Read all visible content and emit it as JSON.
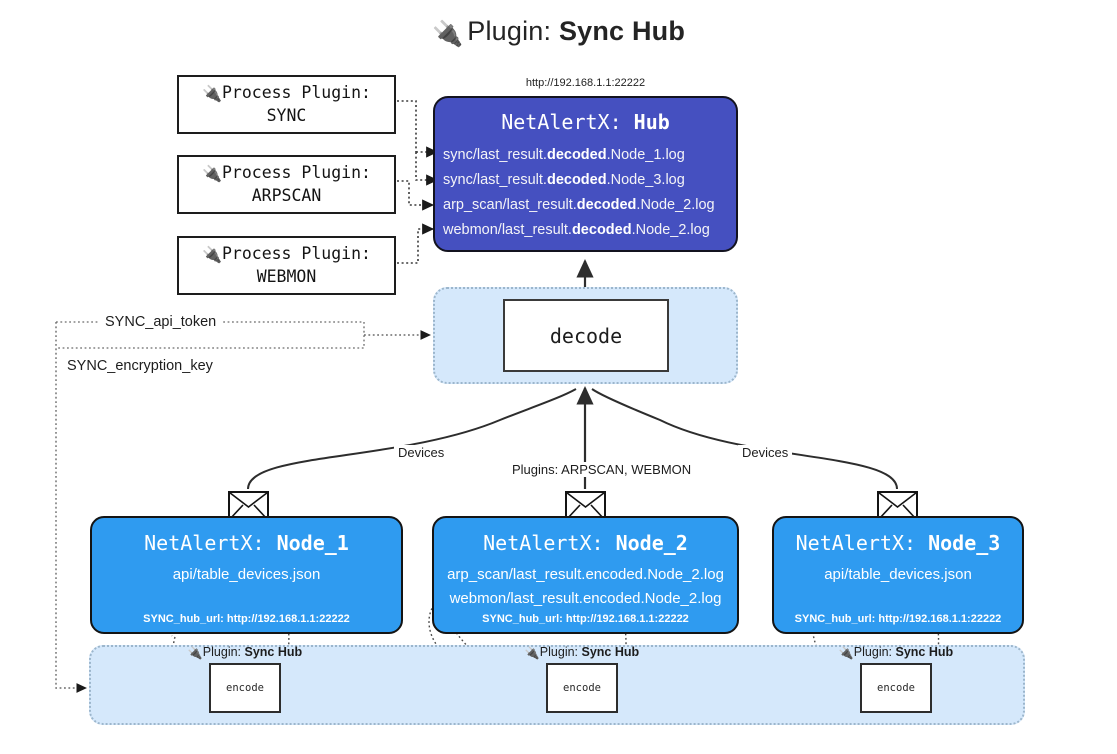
{
  "header": {
    "plug_icon": "plug-icon",
    "prefix": "Plugin: ",
    "name": "Sync Hub"
  },
  "process_plugins": [
    {
      "line1": "Process Plugin:",
      "line2": "SYNC",
      "icon": "plug-icon"
    },
    {
      "line1": "Process Plugin:",
      "line2": "ARPSCAN",
      "icon": "plug-icon"
    },
    {
      "line1": "Process Plugin:",
      "line2": "WEBMON",
      "icon": "plug-icon"
    }
  ],
  "hub": {
    "url": "http://192.168.1.1:22222",
    "title_prefix": "NetAlertX: ",
    "title_name": "Hub",
    "logs": [
      {
        "pre": "sync/last_result.",
        "mid": "decoded",
        "post": ".Node_1.log"
      },
      {
        "pre": "sync/last_result.",
        "mid": "decoded",
        "post": ".Node_3.log"
      },
      {
        "pre": "arp_scan/last_result.",
        "mid": "decoded",
        "post": ".Node_2.log"
      },
      {
        "pre": "webmon/last_result.",
        "mid": "decoded",
        "post": ".Node_2.log"
      }
    ]
  },
  "decode": {
    "label": "decode"
  },
  "tokens": [
    {
      "label": "SYNC_api_token"
    },
    {
      "label": "SYNC_encryption_key"
    }
  ],
  "edge_labels": {
    "devices_left": "Devices",
    "devices_right": "Devices",
    "plugins_center": "Plugins: ARPSCAN, WEBMON"
  },
  "nodes": [
    {
      "title_prefix": "NetAlertX: ",
      "title_name": "Node_1",
      "lines": [
        "api/table_devices.json"
      ],
      "footer": "SYNC_hub_url: http://192.168.1.1:22222",
      "envelope_icon": "envelope-icon"
    },
    {
      "title_prefix": "NetAlertX: ",
      "title_name": "Node_2",
      "lines": [
        "arp_scan/last_result.encoded.Node_2.log",
        "webmon/last_result.encoded.Node_2.log"
      ],
      "footer": "SYNC_hub_url: http://192.168.1.1:22222",
      "envelope_icon": "envelope-icon"
    },
    {
      "title_prefix": "NetAlertX: ",
      "title_name": "Node_3",
      "lines": [
        "api/table_devices.json"
      ],
      "footer": "SYNC_hub_url: http://192.168.1.1:22222",
      "envelope_icon": "envelope-icon"
    }
  ],
  "encoders": [
    {
      "caption_prefix": "Plugin: ",
      "caption_name": "Sync Hub",
      "box_label": "encode",
      "icon": "plug-icon"
    },
    {
      "caption_prefix": "Plugin: ",
      "caption_name": "Sync Hub",
      "box_label": "encode",
      "icon": "plug-icon"
    },
    {
      "caption_prefix": "Plugin: ",
      "caption_name": "Sync Hub",
      "box_label": "encode",
      "icon": "plug-icon"
    }
  ],
  "colors": {
    "hub_fill": "#4550c0",
    "node_fill": "#2f9bf0",
    "band_fill": "#d5e8fb",
    "band_border": "#9cb6cc",
    "stroke": "#2d2d2d",
    "background": "#ffffff"
  }
}
